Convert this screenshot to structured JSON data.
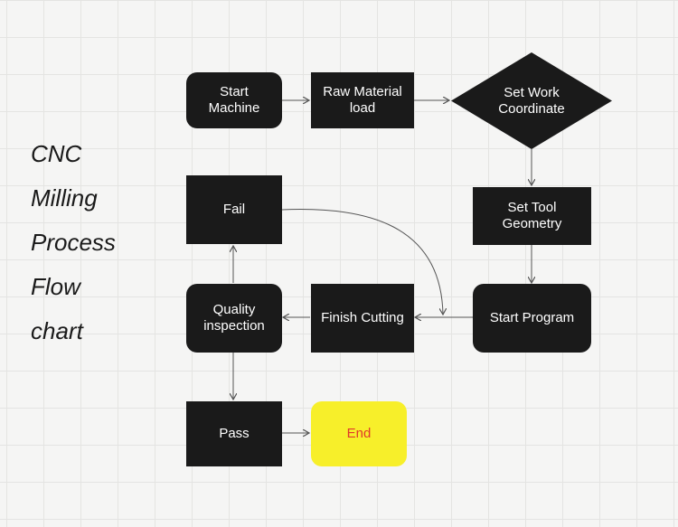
{
  "title_lines": [
    "CNC",
    "Milling",
    "Process",
    "Flow",
    "chart"
  ],
  "nodes": {
    "start_machine": "Start\nMachine",
    "raw_material": "Raw Material\nload",
    "set_work": "Set Work\nCoordinate",
    "set_tool": "Set Tool\nGeometry",
    "start_program": "Start Program",
    "finish_cutting": "Finish Cutting",
    "quality": "Quality\ninspection",
    "fail": "Fail",
    "pass": "Pass",
    "end": "End"
  },
  "colors": {
    "node_fill": "#1a1a1a",
    "node_text": "#ffffff",
    "end_fill": "#f7ef2a",
    "end_text": "#e0392b",
    "arrow": "#555555"
  }
}
